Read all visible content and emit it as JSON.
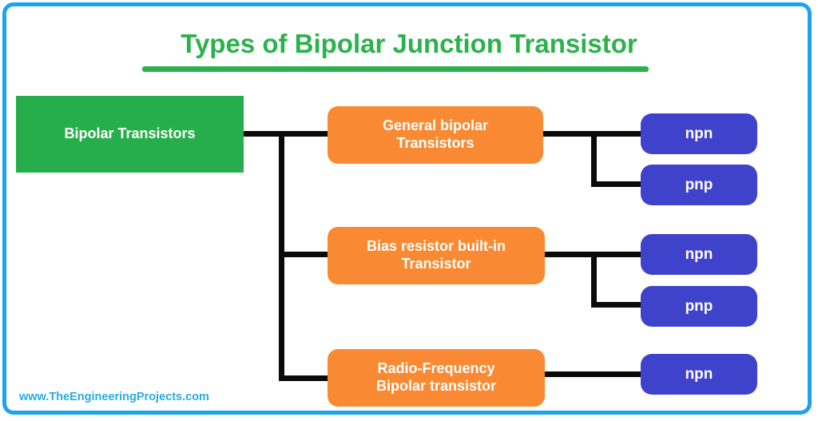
{
  "page": {
    "title": "Types of Bipolar Junction Transistor",
    "credit": "www.TheEngineeringProjects.com",
    "colors": {
      "frame_border": "#1CA3EC",
      "title_green": "#2BB24C",
      "root_green": "#27AE4C",
      "branch_orange": "#F98A33",
      "leaf_blue": "#3F43CC",
      "connector_black": "#0A0A0A",
      "credit_blue": "#29ABE2",
      "background": "#FFFFFF"
    }
  },
  "diagram": {
    "type": "tree",
    "root": {
      "label": "Bipolar Transistors"
    },
    "branches": [
      {
        "label_line1": "General bipolar",
        "label_line2": "Transistors",
        "leaves": [
          {
            "label": "npn"
          },
          {
            "label": "pnp"
          }
        ]
      },
      {
        "label_line1": "Bias resistor built-in",
        "label_line2": "Transistor",
        "leaves": [
          {
            "label": "npn"
          },
          {
            "label": "pnp"
          }
        ]
      },
      {
        "label_line1": "Radio-Frequency",
        "label_line2": "Bipolar transistor",
        "leaves": [
          {
            "label": "npn"
          }
        ]
      }
    ]
  }
}
